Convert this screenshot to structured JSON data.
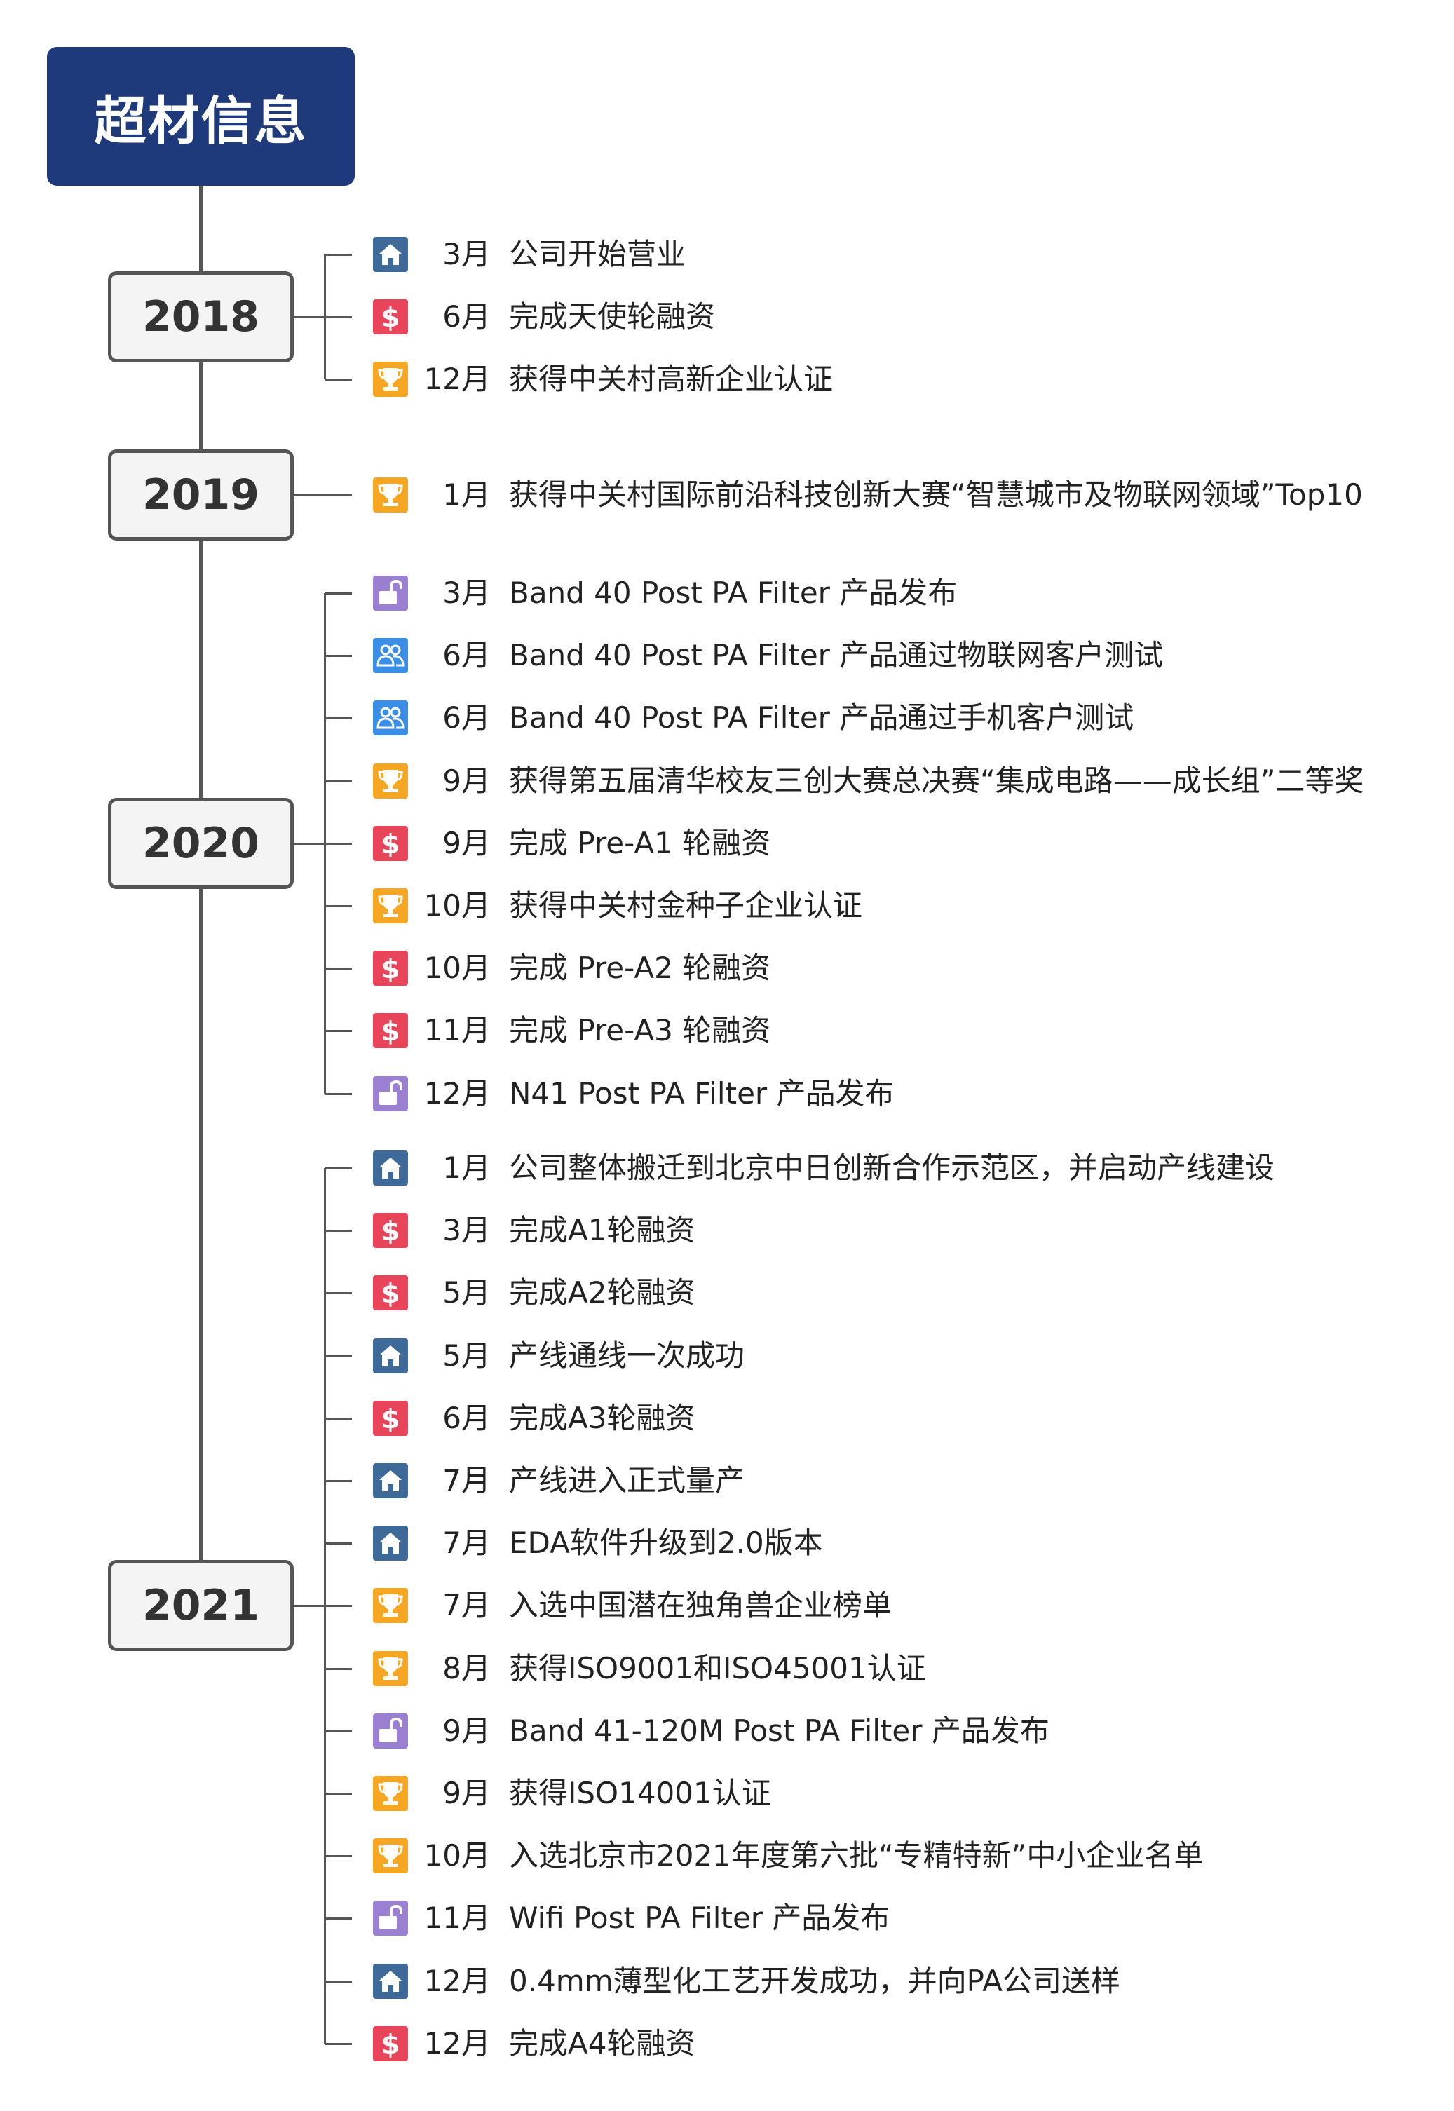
{
  "title": "超材信息",
  "colors": {
    "title_bg": "#1f3a7a",
    "line": "#555555",
    "home": "#3d6a99",
    "dollar": "#e8445a",
    "trophy": "#f5a623",
    "lock": "#9b7fd1",
    "users": "#3a8ee6"
  },
  "years": [
    {
      "year": "2018",
      "events": [
        {
          "icon": "home-icon",
          "month": "3月",
          "text": "公司开始营业"
        },
        {
          "icon": "dollar-icon",
          "month": "6月",
          "text": "完成天使轮融资"
        },
        {
          "icon": "trophy-icon",
          "month": "12月",
          "text": "获得中关村高新企业认证"
        }
      ]
    },
    {
      "year": "2019",
      "events": [
        {
          "icon": "trophy-icon",
          "month": "1月",
          "text": "获得中关村国际前沿科技创新大赛“智慧城市及物联网领域”Top10"
        }
      ]
    },
    {
      "year": "2020",
      "events": [
        {
          "icon": "unlock-icon",
          "month": "3月",
          "text": "Band 40 Post PA Filter 产品发布"
        },
        {
          "icon": "users-icon",
          "month": "6月",
          "text": "Band 40 Post PA Filter 产品通过物联网客户测试"
        },
        {
          "icon": "users-icon",
          "month": "6月",
          "text": "Band 40 Post PA Filter 产品通过手机客户测试"
        },
        {
          "icon": "trophy-icon",
          "month": "9月",
          "text": "获得第五届清华校友三创大赛总决赛“集成电路——成长组”二等奖"
        },
        {
          "icon": "dollar-icon",
          "month": "9月",
          "text": "完成 Pre-A1 轮融资"
        },
        {
          "icon": "trophy-icon",
          "month": "10月",
          "text": "获得中关村金种子企业认证"
        },
        {
          "icon": "dollar-icon",
          "month": "10月",
          "text": "完成 Pre-A2 轮融资"
        },
        {
          "icon": "dollar-icon",
          "month": "11月",
          "text": "完成 Pre-A3 轮融资"
        },
        {
          "icon": "unlock-icon",
          "month": "12月",
          "text": "N41 Post PA Filter 产品发布"
        }
      ]
    },
    {
      "year": "2021",
      "events": [
        {
          "icon": "home-icon",
          "month": "1月",
          "text": "公司整体搬迁到北京中日创新合作示范区，并启动产线建设"
        },
        {
          "icon": "dollar-icon",
          "month": "3月",
          "text": "完成A1轮融资"
        },
        {
          "icon": "dollar-icon",
          "month": "5月",
          "text": "完成A2轮融资"
        },
        {
          "icon": "home-icon",
          "month": "5月",
          "text": "产线通线一次成功"
        },
        {
          "icon": "dollar-icon",
          "month": "6月",
          "text": "完成A3轮融资"
        },
        {
          "icon": "home-icon",
          "month": "7月",
          "text": "产线进入正式量产"
        },
        {
          "icon": "home-icon",
          "month": "7月",
          "text": "EDA软件升级到2.0版本"
        },
        {
          "icon": "trophy-icon",
          "month": "7月",
          "text": "入选中国潜在独角兽企业榜单"
        },
        {
          "icon": "trophy-icon",
          "month": "8月",
          "text": "获得ISO9001和ISO45001认证"
        },
        {
          "icon": "unlock-icon",
          "month": "9月",
          "text": "Band 41-120M Post PA Filter 产品发布"
        },
        {
          "icon": "trophy-icon",
          "month": "9月",
          "text": "获得ISO14001认证"
        },
        {
          "icon": "trophy-icon",
          "month": "10月",
          "text": "入选北京市2021年度第六批“专精特新”中小企业名单"
        },
        {
          "icon": "unlock-icon",
          "month": "11月",
          "text": "Wifi Post PA Filter 产品发布"
        },
        {
          "icon": "home-icon",
          "month": "12月",
          "text": "0.4mm薄型化工艺开发成功，并向PA公司送样"
        },
        {
          "icon": "dollar-icon",
          "month": "12月",
          "text": "完成A4轮融资"
        }
      ]
    }
  ]
}
